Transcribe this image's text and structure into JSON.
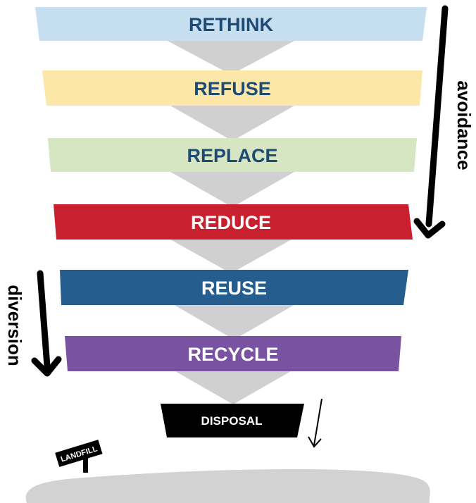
{
  "levels": [
    {
      "label": "RETHINK",
      "fill": "#c5def0",
      "text_color": "#1e4b74"
    },
    {
      "label": "REFUSE",
      "fill": "#fde7a8",
      "text_color": "#1e4b74"
    },
    {
      "label": "REPLACE",
      "fill": "#d6e5c2",
      "text_color": "#1e4b74"
    },
    {
      "label": "REDUCE",
      "fill": "#c8202e",
      "text_color": "#ffffff"
    },
    {
      "label": "REUSE",
      "fill": "#255d8f",
      "text_color": "#ffffff"
    },
    {
      "label": "RECYCLE",
      "fill": "#7a52a2",
      "text_color": "#ffffff"
    }
  ],
  "disposal": {
    "label": "DISPOSAL",
    "fill": "#000000",
    "text_color": "#ffffff"
  },
  "side_labels": {
    "avoidance": "avoidance",
    "diversion": "diversion"
  },
  "landfill_sign": "LANDFILL",
  "colors": {
    "connector": "#d0d0d0",
    "ground": "#d2d2d2",
    "arrow": "#000000"
  }
}
